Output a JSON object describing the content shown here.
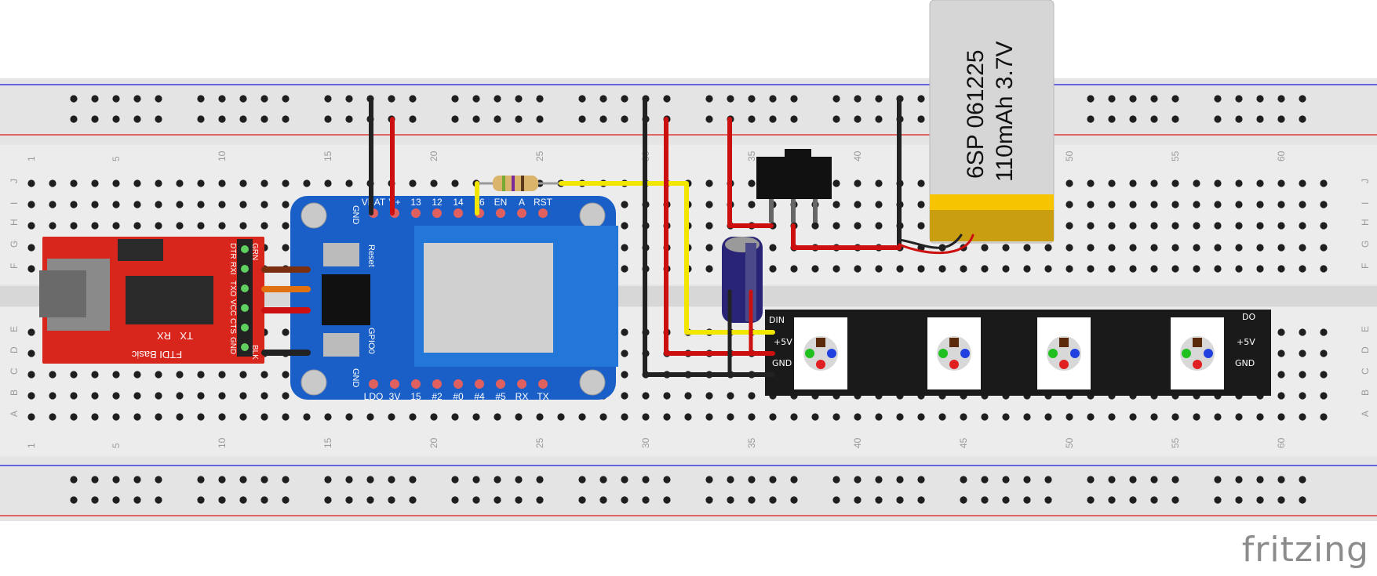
{
  "breadboard": {
    "column_numbers": [
      "1",
      "5",
      "10",
      "15",
      "20",
      "25",
      "30",
      "35",
      "40",
      "45",
      "50",
      "55",
      "60"
    ],
    "row_letters_top": [
      "J",
      "I",
      "H",
      "G",
      "F"
    ],
    "row_letters_bottom": [
      "E",
      "D",
      "C",
      "B",
      "A"
    ]
  },
  "ftdi": {
    "name": "FTDI Basic",
    "pins": [
      "DTR",
      "RXI",
      "TXO",
      "VCC",
      "CTS",
      "GND"
    ],
    "pin_top": "GRN",
    "pin_bottom": "BLK",
    "leds": [
      "TX",
      "RX"
    ]
  },
  "esp_board": {
    "top_pins": [
      "VBAT",
      "V+",
      "13",
      "12",
      "14",
      "16",
      "EN",
      "A",
      "RST"
    ],
    "bottom_pins": [
      "LDO",
      "3V",
      "15",
      "#2",
      "#0",
      "#4",
      "#5",
      "RX",
      "TX"
    ],
    "side_labels": [
      "GND",
      "Reset",
      "GPIO0",
      "GND"
    ]
  },
  "battery": {
    "line1": "6SP 061225",
    "line2": "110mAh 3.7V"
  },
  "led_strip": {
    "pin_labels": [
      "DIN",
      "+5V",
      "GND"
    ],
    "out_labels": [
      "DO",
      "+5V",
      "GND"
    ]
  },
  "watermark": "fritzing",
  "colors": {
    "breadboard": "#e7e7e7",
    "wire_red": "#cc1010",
    "wire_black": "#222222",
    "wire_yellow": "#f2e600",
    "ftdi_red": "#d9261c",
    "esp_blue": "#1a5fc7",
    "strip": "#1a1a1a",
    "battery_gold": "#f6c400"
  }
}
